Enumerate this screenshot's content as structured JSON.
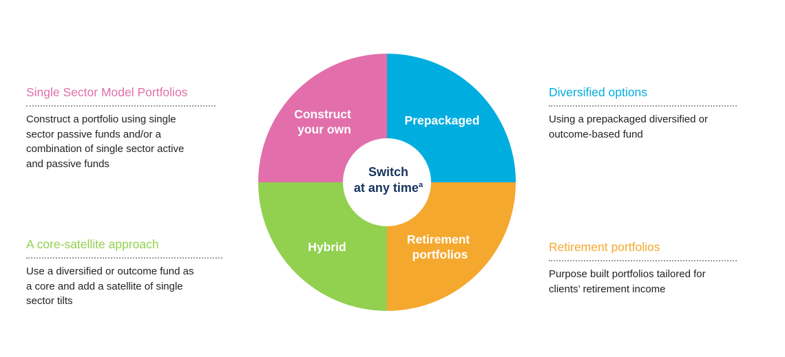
{
  "colors": {
    "pink": "#e26fab",
    "blue": "#00addf",
    "green": "#92d050",
    "orange": "#f5a82e",
    "navy": "#17335f",
    "divider": "#9a9a9a"
  },
  "wheel": {
    "center": {
      "line1": "Switch",
      "line2": "at any time",
      "superscript": "a"
    },
    "quadrants": {
      "top_left": {
        "line1": "Construct",
        "line2": "your own"
      },
      "top_right": {
        "line1": "Prepackaged"
      },
      "bottom_left": {
        "line1": "Hybrid"
      },
      "bottom_right": {
        "line1": "Retirement",
        "line2": "portfolios"
      }
    }
  },
  "panels": {
    "single_sector": {
      "title": "Single Sector Model Portfolios",
      "lines": [
        "Construct a portfolio using single",
        "sector passive funds and/or a",
        "combination of single sector active",
        "and passive funds"
      ]
    },
    "core_satellite": {
      "title": "A core-satellite approach",
      "lines": [
        "Use a diversified or outcome fund as",
        "a core and add a satellite of single",
        "sector tilts"
      ]
    },
    "diversified": {
      "title": "Diversified options",
      "lines": [
        "Using a prepackaged diversified or",
        "outcome-based fund"
      ]
    },
    "retirement": {
      "title": "Retirement portfolios",
      "lines": [
        "Purpose built portfolios tailored for",
        "clients’ retirement income"
      ]
    }
  }
}
